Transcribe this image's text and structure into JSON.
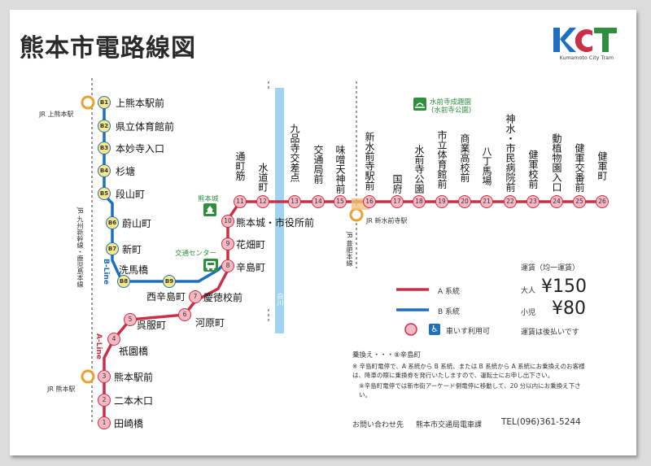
{
  "title": "熊本市電路線図",
  "logo": {
    "text": "KCT",
    "sub": "Kumamoto City Tram"
  },
  "jr_stations": {
    "kami_kumamoto": "JR 上熊本駅",
    "kumamoto": "JR 熊本駅",
    "shin_suizenji": "JR 新水前寺駅"
  },
  "jr_lines": {
    "kagoshima_main": "JR 九州新幹線・鹿児島本線",
    "hohi": "JR 豊肥本線"
  },
  "line_labels": {
    "a": "A-Line",
    "b": "B-Line"
  },
  "river": "白川",
  "b_stations": [
    {
      "code": "B1",
      "name": "上熊本駅前"
    },
    {
      "code": "B2",
      "name": "県立体育館前"
    },
    {
      "code": "B3",
      "name": "本妙寺入口"
    },
    {
      "code": "B4",
      "name": "杉塘"
    },
    {
      "code": "B5",
      "name": "段山町"
    },
    {
      "code": "B6",
      "name": "蔚山町"
    },
    {
      "code": "B7",
      "name": "新町"
    },
    {
      "code": "B8",
      "name": "洗馬橋"
    },
    {
      "code": "B9",
      "name": "西辛島町"
    }
  ],
  "a_stations": [
    {
      "code": "1",
      "name": "田崎橋"
    },
    {
      "code": "2",
      "name": "二本木口"
    },
    {
      "code": "3",
      "name": "熊本駅前"
    },
    {
      "code": "4",
      "name": "祇園橋"
    },
    {
      "code": "5",
      "name": "呉服町"
    },
    {
      "code": "6",
      "name": "河原町"
    },
    {
      "code": "7",
      "name": "慶徳校前"
    },
    {
      "code": "8",
      "name": "辛島町"
    },
    {
      "code": "9",
      "name": "花畑町"
    },
    {
      "code": "10",
      "name": "熊本城・市役所前"
    },
    {
      "code": "11",
      "name": "通町筋"
    },
    {
      "code": "12",
      "name": "水道町"
    },
    {
      "code": "13",
      "name": "九品寺交差点"
    },
    {
      "code": "14",
      "name": "交通局前"
    },
    {
      "code": "15",
      "name": "味噌天神前"
    },
    {
      "code": "16",
      "name": "新水前寺駅前"
    },
    {
      "code": "17",
      "name": "国府"
    },
    {
      "code": "18",
      "name": "水前寺公園"
    },
    {
      "code": "19",
      "name": "市立体育館前"
    },
    {
      "code": "20",
      "name": "商業高校前"
    },
    {
      "code": "21",
      "name": "八丁馬場"
    },
    {
      "code": "22",
      "name": "神水・市民病院前"
    },
    {
      "code": "23",
      "name": "健軍校前"
    },
    {
      "code": "24",
      "name": "動植物園入口"
    },
    {
      "code": "25",
      "name": "健軍交番前"
    },
    {
      "code": "26",
      "name": "健軍町"
    }
  ],
  "landmarks": {
    "castle": "熊本城",
    "bus_center": "交通センター",
    "garden_1": "水前寺成趣園",
    "garden_2": "(水前寺公園)"
  },
  "legend": {
    "fare_title": "運賃（均一運賃）",
    "a_line": "A 系統",
    "b_line": "B 系統",
    "wheelchair": "車いす利用可",
    "adult": "大人",
    "adult_fare": "¥150",
    "child": "小児",
    "child_fare": "¥80",
    "pay_note": "運賃は後払いです"
  },
  "transfer": {
    "title": "乗換え・・・⑧辛島町",
    "note1": "※ 辛島町電停で、A 系統から B 系統、または B 系統から A 系統にお乗換えのお客様は、降車の際に乗換券を発行いたしますので、運転士にお申し出下さい。",
    "note2": "⑧辛島町電停では新市街アーケード側電停に移動して、20 分以内にお乗換え下さい。"
  },
  "contact": {
    "label": "お問い合わせ先",
    "office": "熊本市交通局電車課",
    "tel": "TEL(096)361-5244"
  },
  "colors": {
    "a_line": "#c93046",
    "b_line": "#1f6fc1",
    "jr": "#888888",
    "station_fill": "#f4b9c4",
    "b_fill": "#f7e88a",
    "green": "#2f8f3e"
  }
}
